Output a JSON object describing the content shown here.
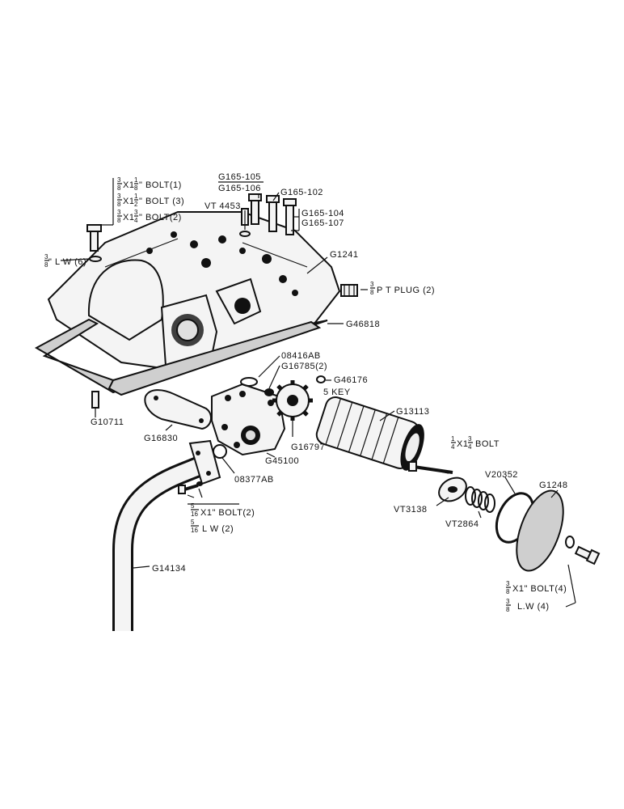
{
  "labels": {
    "bolt_1_main": "X1",
    "bolt_1_num": "3",
    "bolt_1_den": "8",
    "bolt_1_fn": "1",
    "bolt_1_fd": "8",
    "bolt_1_tail": "\" BOLT(1)",
    "bolt_3_num": "3",
    "bolt_3_den": "8",
    "bolt_3_main": "X1",
    "bolt_3_fn": "1",
    "bolt_3_fd": "2",
    "bolt_3_tail": "\" BOLT (3)",
    "bolt_2_num": "3",
    "bolt_2_den": "8",
    "bolt_2_main": "X1",
    "bolt_2_fn": "3",
    "bolt_2_fd": "4",
    "bolt_2_tail": "\" BOLT(2)",
    "lw6_num": "3",
    "lw6_den": "8",
    "lw6_tail": "\" L W (6)",
    "g165_105": "G165-105",
    "g165_106": "G165-106",
    "g165_102": "G165-102",
    "vt4453": "VT 4453",
    "g165_104": "G165-104",
    "g165_107": "G165-107",
    "g1241": "G1241",
    "ptplug_num": "3",
    "ptplug_den": "8",
    "ptplug_tail": "P T PLUG (2)",
    "g46818": "G46818",
    "g08416ab": "08416AB",
    "g16785": "G16785(2)",
    "g46176": "G46176",
    "key5": "5 KEY",
    "g10711": "G10711",
    "g13113": "G13113",
    "g16830": "G16830",
    "g16797": "G16797",
    "g45100": "G45100",
    "bolt14_num": "1",
    "bolt14_den": "4",
    "bolt14_main": "X1",
    "bolt14_fn": "3",
    "bolt14_fd": "4",
    "bolt14_tail": "BOLT",
    "v20352": "V20352",
    "g1248": "G1248",
    "g08377ab": "08377AB",
    "vt3138": "VT3138",
    "vt2864": "VT2864",
    "bolt516_num": "5",
    "bolt516_den": "16",
    "bolt516_tail": "X1\" BOLT(2)",
    "lw516_num": "5",
    "lw516_den": "16",
    "lw516_tail": "L W (2)",
    "bolt4_num": "3",
    "bolt4_den": "8",
    "bolt4_tail": "X1\" BOLT(4)",
    "lw4_num": "3",
    "lw4_den": "8",
    "lw4_tail": "L.W (4)",
    "g14134": "G14134"
  }
}
